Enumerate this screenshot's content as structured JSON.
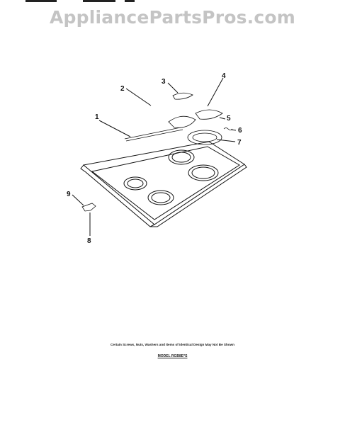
{
  "watermark": "AppliancePartsPros.com",
  "callouts": [
    {
      "id": "1",
      "label": "1"
    },
    {
      "id": "2",
      "label": "2"
    },
    {
      "id": "3",
      "label": "3"
    },
    {
      "id": "4",
      "label": "4"
    },
    {
      "id": "5",
      "label": "5"
    },
    {
      "id": "6",
      "label": "6"
    },
    {
      "id": "7",
      "label": "7"
    },
    {
      "id": "8",
      "label": "8"
    },
    {
      "id": "9",
      "label": "9"
    }
  ],
  "footer": {
    "disclaimer": "Certain Screws, Nuts, Washers and Items of Identical Design May Not Be Shown",
    "model": "MODEL RGB8E*S"
  },
  "colors": {
    "watermark": "#c4c4c4",
    "line": "#111111"
  }
}
